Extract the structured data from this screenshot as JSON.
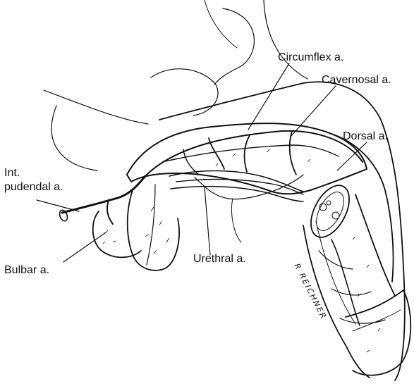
{
  "labels": {
    "circumflex": "Circumflex a.",
    "cavernosal": "Cavernosal a.",
    "dorsal": "Dorsal a.",
    "int_pudendal_line1": "Int.",
    "int_pudendal_line2": "pudendal a.",
    "bulbar": "Bulbar a.",
    "urethral": "Urethral a."
  },
  "signature": "R REICHNER",
  "colors": {
    "line": "#111111",
    "background": "#ffffff"
  }
}
